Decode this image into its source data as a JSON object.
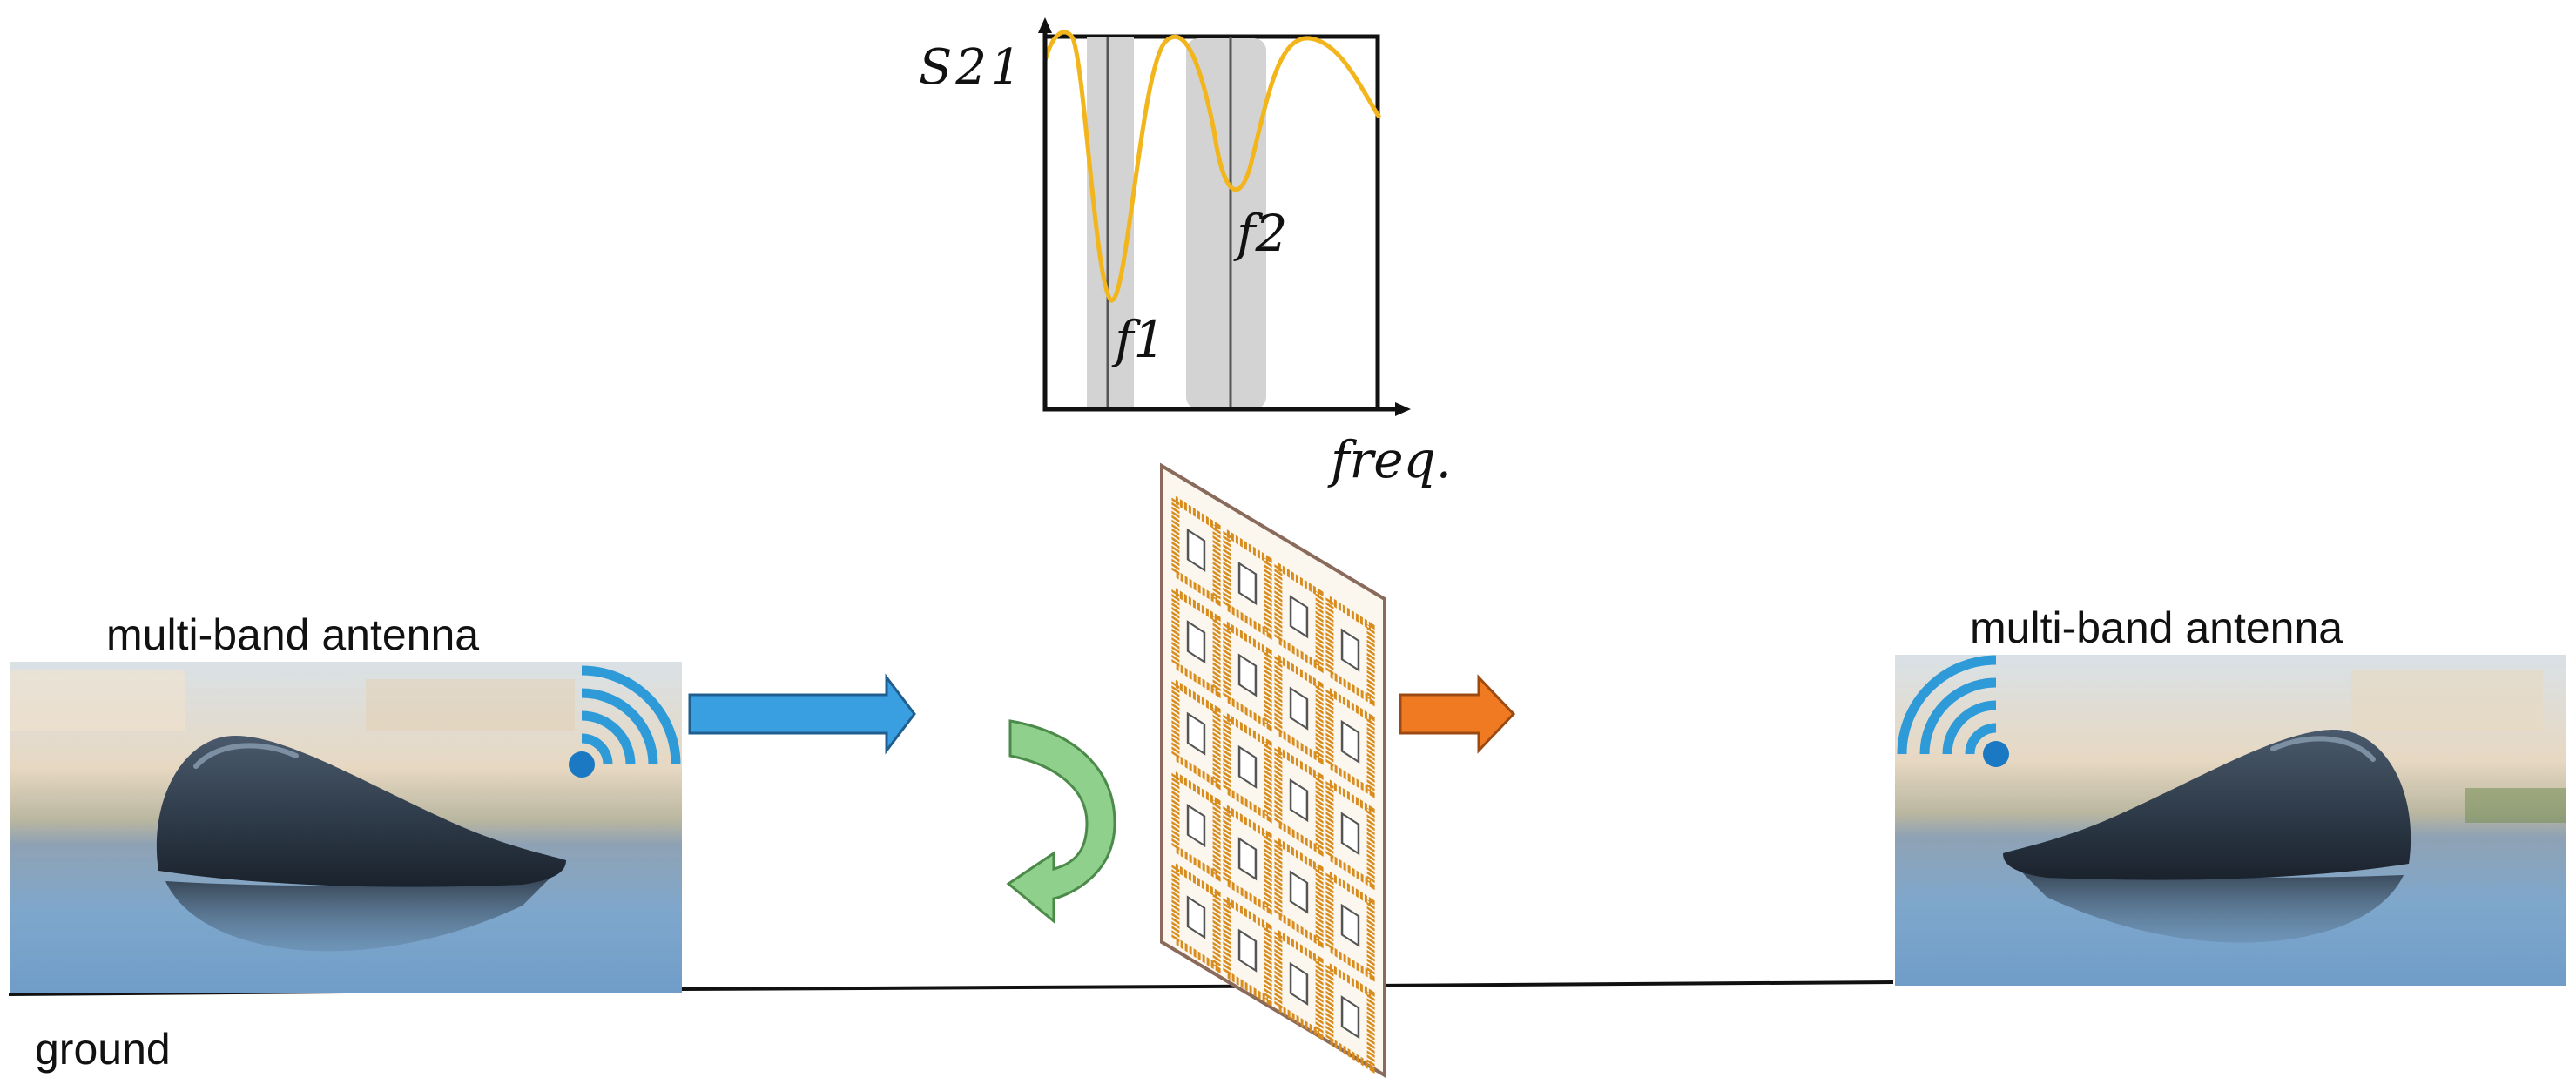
{
  "labels": {
    "antenna_left": "multi-band antenna",
    "antenna_right": "multi-band antenna",
    "ground": "ground"
  },
  "inset_plot": {
    "y_axis_label": "S21",
    "x_axis_label": "freq.",
    "band_labels": [
      "f1",
      "f2"
    ]
  },
  "arrows": {
    "incident": "blue",
    "transmitted": "orange",
    "reflected": "green"
  },
  "icons": {
    "wifi": "wifi-signal-icon",
    "antenna": "shark-fin-antenna",
    "surface": "frequency-selective-surface"
  },
  "colors": {
    "curve": "#F2B51B",
    "band_shade": "#D3D3D3",
    "blue_arrow": "#3A9FE0",
    "orange_arrow": "#F07A22",
    "green_arrow": "#8ED08C",
    "fss_gold": "#D88C1E"
  },
  "fss_grid": {
    "rows": 5,
    "cols": 4
  }
}
